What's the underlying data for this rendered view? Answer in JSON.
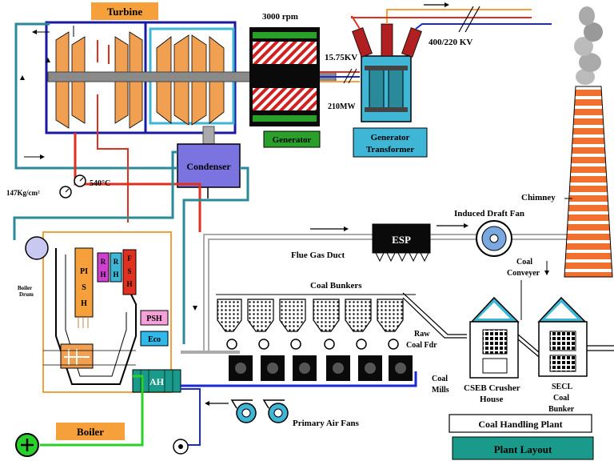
{
  "labels": {
    "turbine": "Turbine",
    "rpm": "3000 rpm",
    "kv_gen": "15.75KV",
    "kv_grid": "400/220 KV",
    "mw": "210MW",
    "generator": "Generator",
    "gen_transformer_1": "Generator",
    "gen_transformer_2": "Transformer",
    "condenser": "Condenser",
    "temp": "540°C",
    "pressure": "147Kg/cm²",
    "chimney": "Chimney",
    "id_fan": "Induced Draft Fan",
    "esp": "ESP",
    "flue_gas_duct": "Flue Gas Duct",
    "coal_bunkers": "Coal Bunkers",
    "coal_conveyer_1": "Coal",
    "coal_conveyer_2": "Conveyer",
    "raw_coal_fdr_1": "Raw",
    "raw_coal_fdr_2": "Coal Fdr",
    "coal_mills_1": "Coal",
    "coal_mills_2": "Mills",
    "cseb_1": "CSEB Crusher",
    "cseb_2": "House",
    "secl_1": "SECL",
    "secl_2": "Coal",
    "secl_3": "Bunker",
    "boiler_drum_1": "Boiler",
    "boiler_drum_2": "Drum",
    "lpsh_1": "PI",
    "lpsh_2": "S",
    "lpsh_3": "H",
    "rh_1": "R",
    "rh_2": "H",
    "rh2_1": "R",
    "rh2_2": "H",
    "fsh_1": "F",
    "fsh_2": "S",
    "fsh_3": "H",
    "psh": "PSH",
    "eco": "Eco",
    "ah": "AH",
    "boiler": "Boiler",
    "primary_air_fans": "Primary Air Fans",
    "coal_handling_plant": "Coal Handling Plant",
    "plant_layout": "Plant Layout"
  },
  "colors": {
    "turbine_label_bg": "#f5a03a",
    "generator_label_bg": "#2aa02a",
    "gen_transformer_bg": "#3fb6d6",
    "condenser_bg": "#7b73e0",
    "boiler_label_bg": "#f5a03a",
    "psh_bg": "#f5a0d8",
    "eco_bg": "#2fb8e8",
    "ah_bg": "#1a9a8a",
    "plant_layout_bg": "#1a9a8a",
    "steam_red": "#e03020",
    "water_teal": "#2a8a9a",
    "air_blue": "#1a2ad0",
    "green_pipe": "#2ad02a"
  }
}
